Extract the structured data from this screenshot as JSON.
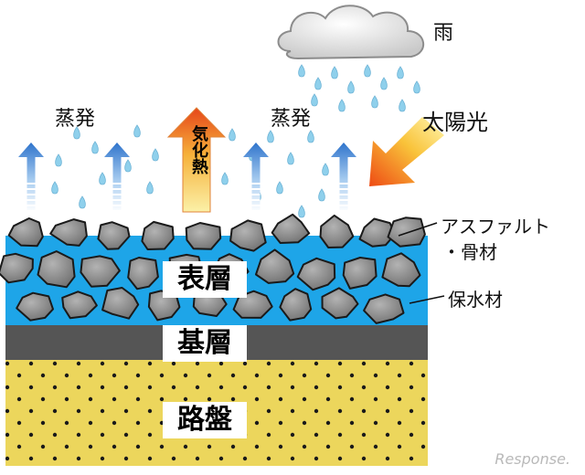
{
  "labels": {
    "rain": "雨",
    "evaporation_left": "蒸発",
    "evaporation_right": "蒸発",
    "heat_of_vaporization": "気化熱",
    "sunlight": "太陽光",
    "asphalt_line1": "アスファルト",
    "asphalt_line2": "・骨材",
    "water_retaining": "保水材",
    "surface_layer": "表層",
    "base_layer": "基層",
    "roadbed": "路盤"
  },
  "watermark": "Response.",
  "colors": {
    "water_blue": "#1ea5e8",
    "base_gray": "#555555",
    "roadbed_yellow": "#ecd65c",
    "stone_gray": "#8a8a8a",
    "evap_arrow_blue": "#3a7fd0",
    "heat_arrow_top": "#e8541a",
    "heat_arrow_bottom": "#f7e47a",
    "drop_blue": "#8fd0ec"
  }
}
